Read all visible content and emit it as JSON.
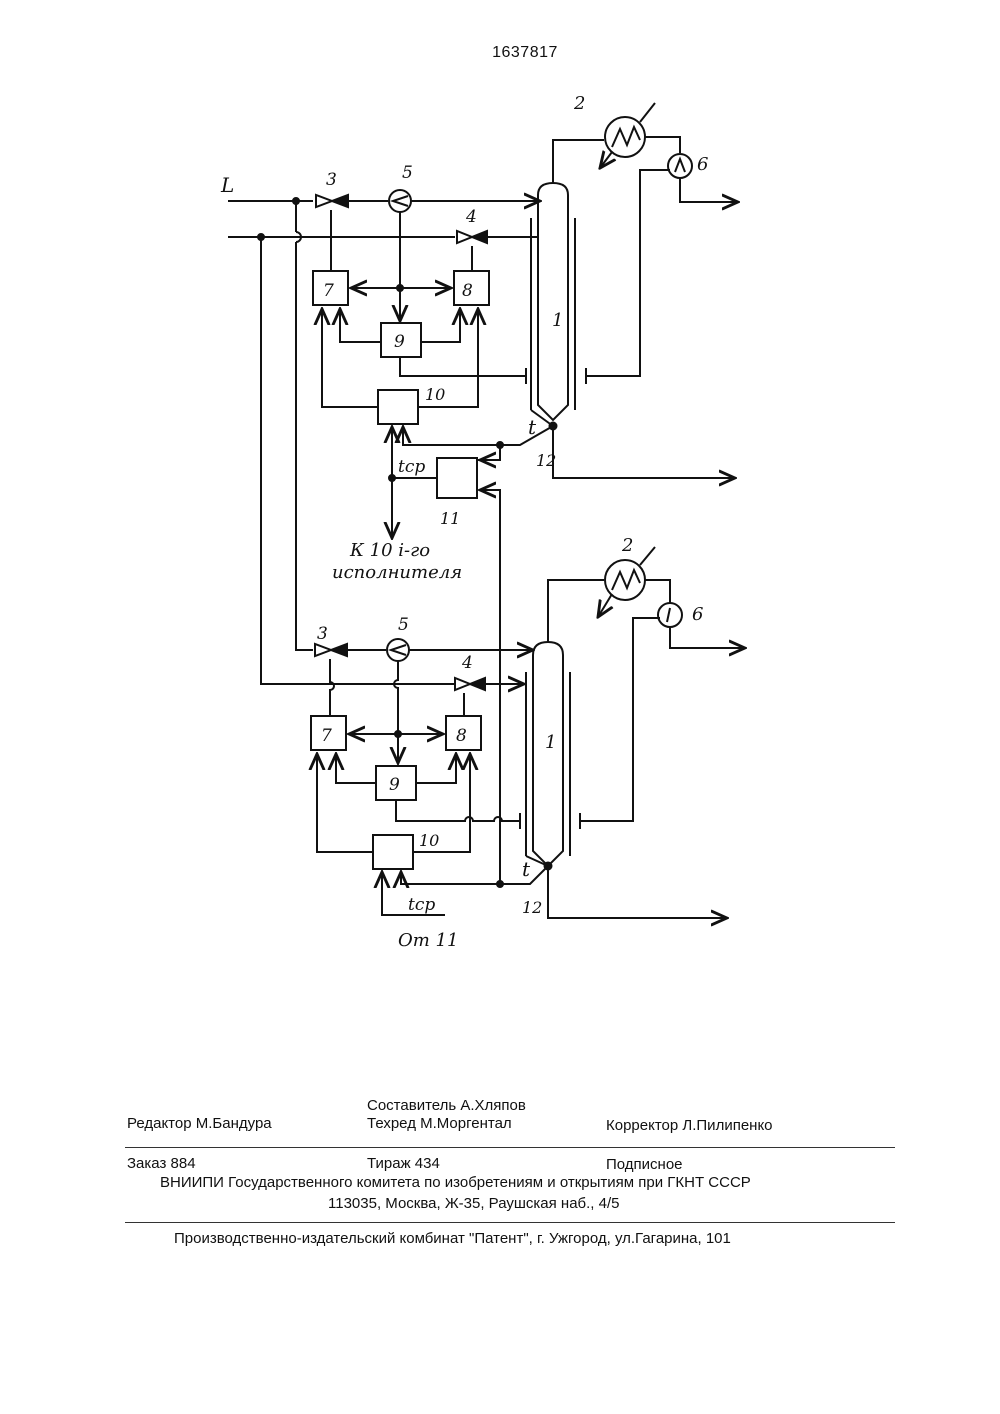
{
  "page_number": "1637817",
  "diagram": {
    "input_label": "L",
    "labels": {
      "column": "1",
      "condenser": "2",
      "valve_a": "3",
      "valve_b": "4",
      "flowmeter": "5",
      "pump": "6",
      "regulator_a": "7",
      "regulator_b": "8",
      "computer": "9",
      "controller": "10",
      "averager": "11",
      "outlet": "12",
      "temperature": "t",
      "temperature_avg": "tср"
    },
    "notes": {
      "to_executor_line1": "К 10 i-го",
      "to_executor_line2": "исполнителя",
      "from_averager": "От 11"
    }
  },
  "imprint": {
    "editor": "Редактор М.Бандура",
    "compiler": "Составитель А.Хляпов",
    "techred": "Техред М.Моргентал",
    "corrector": "Корректор  Л.Пилипенко",
    "order": "Заказ 884",
    "circulation": "Тираж 434",
    "subscription": "Подписное",
    "institute": "ВНИИПИ Государственного комитета по изобретениям и открытиям при ГКНТ СССР",
    "address": "113035, Москва, Ж-35, Раушская наб., 4/5",
    "printer": "Производственно-издательский комбинат \"Патент\", г. Ужгород, ул.Гагарина, 101"
  }
}
